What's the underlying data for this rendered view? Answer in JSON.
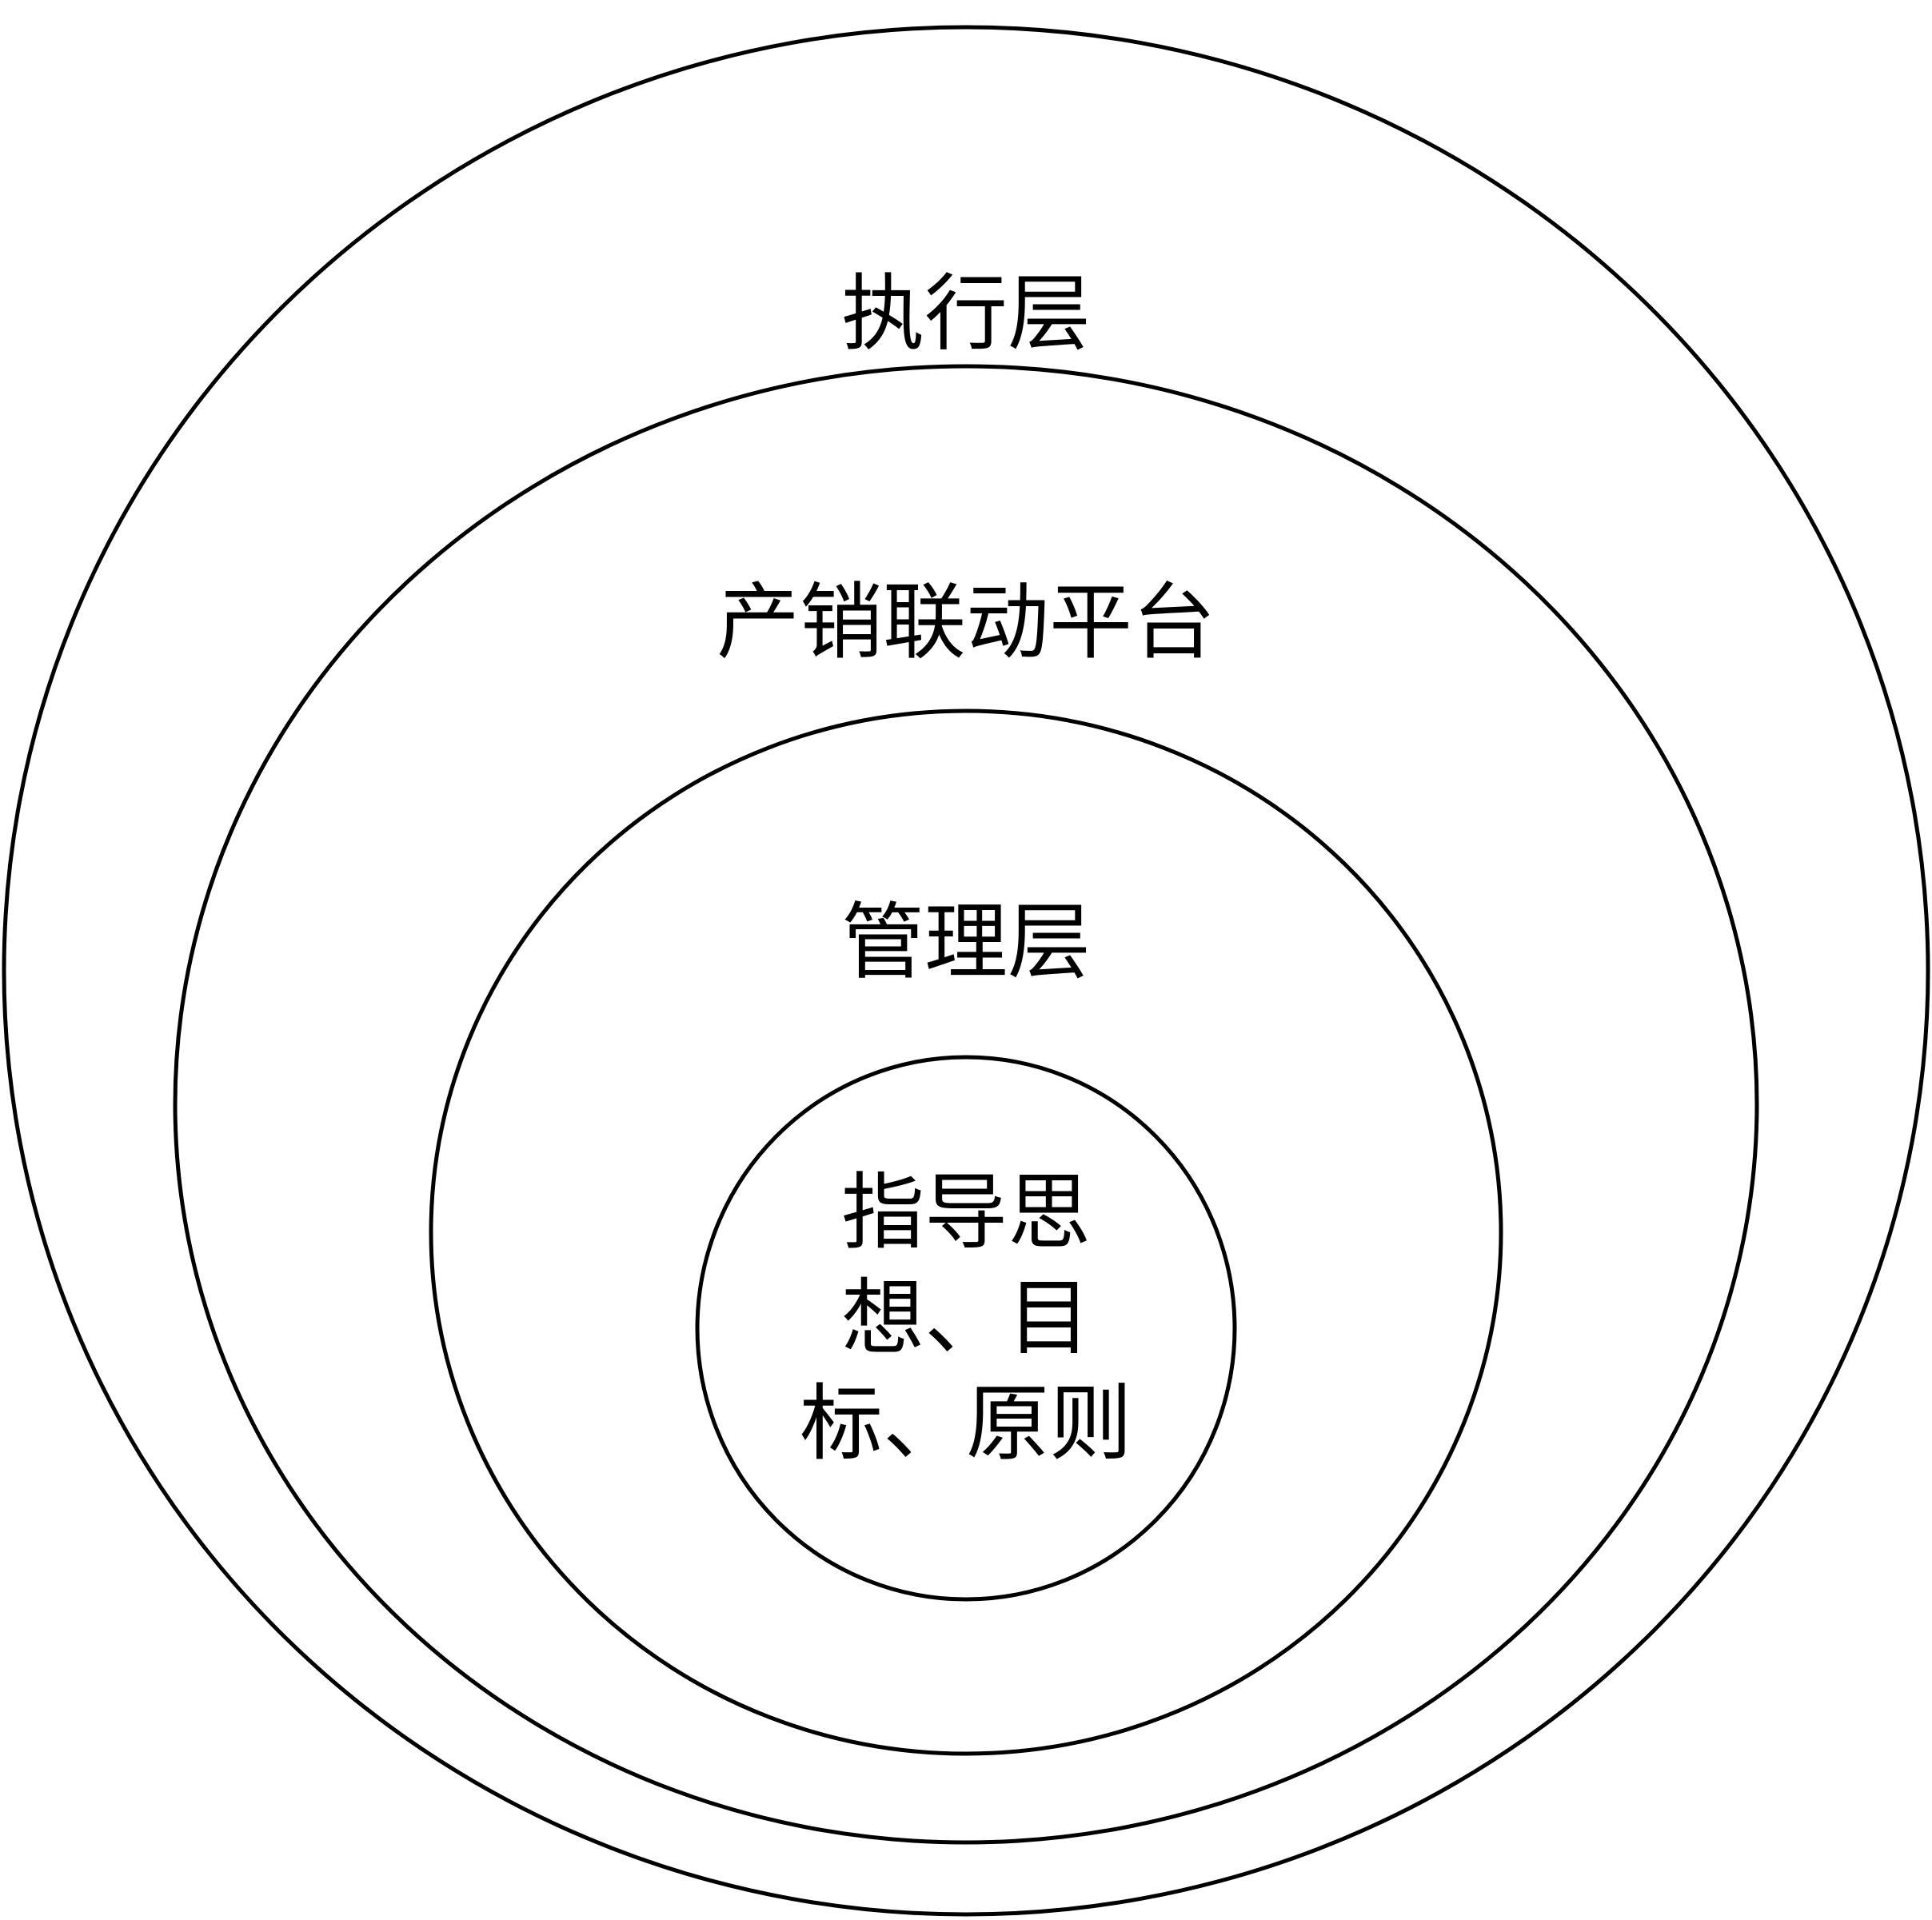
{
  "diagram": {
    "layers": [
      {
        "label": "执行层"
      },
      {
        "label": "产销联动平台"
      },
      {
        "label": "管理层"
      },
      {
        "label_lines": [
          "指导思",
          "想、目",
          "标、原则"
        ]
      }
    ],
    "stroke_color": "#000000",
    "background": "#ffffff"
  }
}
